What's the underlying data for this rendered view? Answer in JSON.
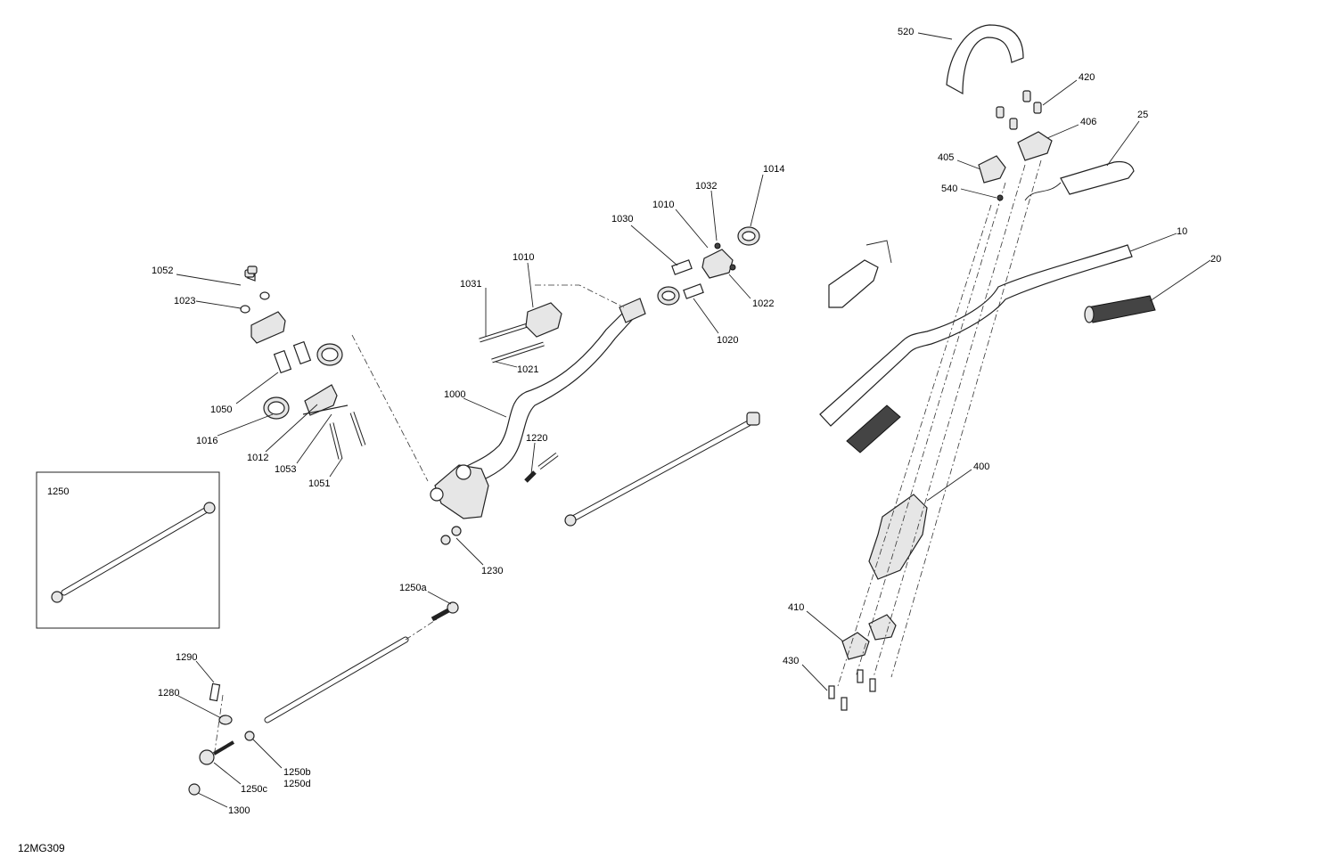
{
  "figure_code": "12MG309",
  "inset": {
    "label": "1250"
  },
  "callouts": [
    {
      "id": "c520",
      "text": "520"
    },
    {
      "id": "c420",
      "text": "420"
    },
    {
      "id": "c406",
      "text": "406"
    },
    {
      "id": "c25",
      "text": "25"
    },
    {
      "id": "c405",
      "text": "405"
    },
    {
      "id": "c540",
      "text": "540"
    },
    {
      "id": "c10",
      "text": "10"
    },
    {
      "id": "c20",
      "text": "20"
    },
    {
      "id": "c400",
      "text": "400"
    },
    {
      "id": "c410",
      "text": "410"
    },
    {
      "id": "c430",
      "text": "430"
    },
    {
      "id": "c1014",
      "text": "1014"
    },
    {
      "id": "c1032",
      "text": "1032"
    },
    {
      "id": "c1010a",
      "text": "1010"
    },
    {
      "id": "c1030",
      "text": "1030"
    },
    {
      "id": "c1010b",
      "text": "1010"
    },
    {
      "id": "c1031",
      "text": "1031"
    },
    {
      "id": "c1022",
      "text": "1022"
    },
    {
      "id": "c1020",
      "text": "1020"
    },
    {
      "id": "c1021",
      "text": "1021"
    },
    {
      "id": "c1000",
      "text": "1000"
    },
    {
      "id": "c1220",
      "text": "1220"
    },
    {
      "id": "c1230",
      "text": "1230"
    },
    {
      "id": "c1052",
      "text": "1052"
    },
    {
      "id": "c1023",
      "text": "1023"
    },
    {
      "id": "c1050",
      "text": "1050"
    },
    {
      "id": "c1016",
      "text": "1016"
    },
    {
      "id": "c1012",
      "text": "1012"
    },
    {
      "id": "c1053",
      "text": "1053"
    },
    {
      "id": "c1051",
      "text": "1051"
    },
    {
      "id": "c1250a",
      "text": "1250a"
    },
    {
      "id": "c1290",
      "text": "1290"
    },
    {
      "id": "c1280",
      "text": "1280"
    },
    {
      "id": "c1250b",
      "text": "1250b"
    },
    {
      "id": "c1250d",
      "text": "1250d"
    },
    {
      "id": "c1250c",
      "text": "1250c"
    },
    {
      "id": "c1300",
      "text": "1300"
    }
  ]
}
